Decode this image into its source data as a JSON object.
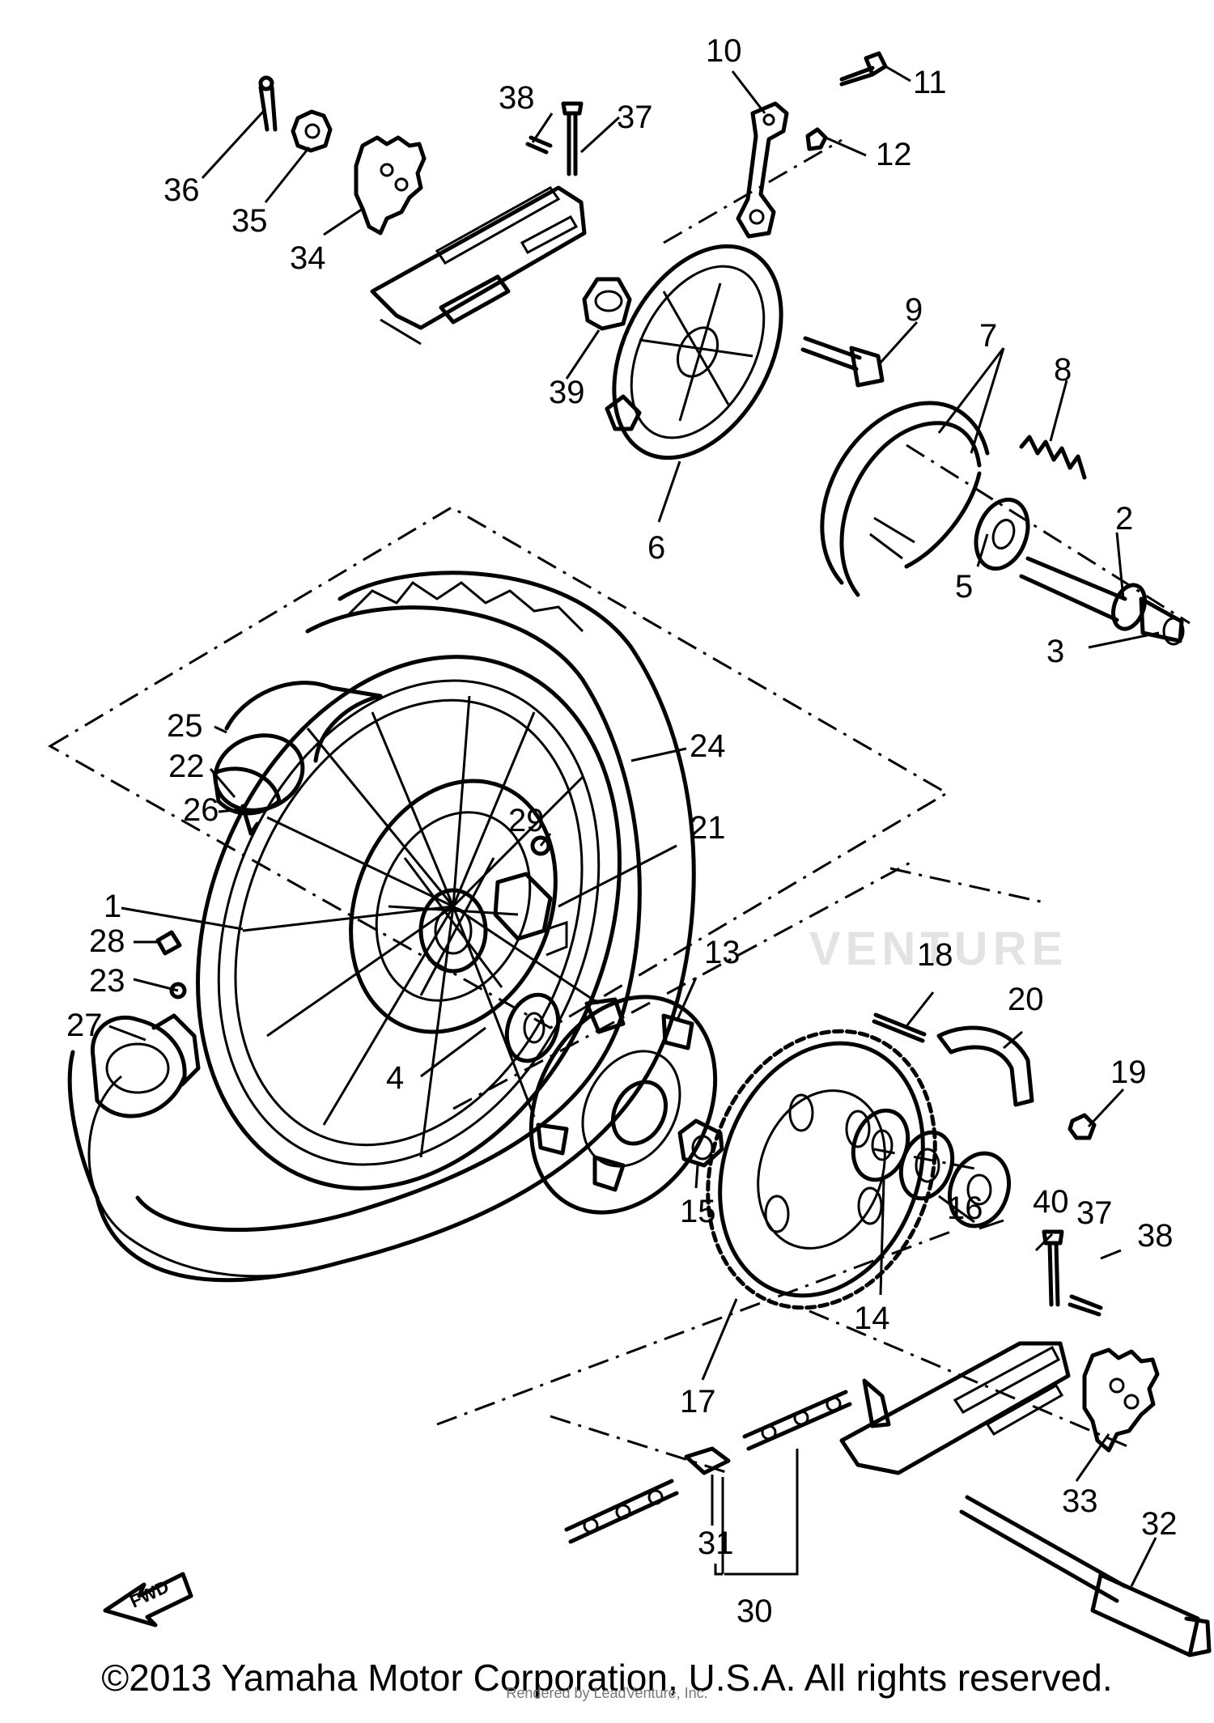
{
  "callouts": [
    "1",
    "2",
    "3",
    "4",
    "5",
    "6",
    "7",
    "8",
    "9",
    "10",
    "11",
    "12",
    "13",
    "14",
    "15",
    "16",
    "17",
    "18",
    "19",
    "20",
    "21",
    "22",
    "23",
    "24",
    "25",
    "26",
    "27",
    "28",
    "29",
    "30",
    "31",
    "32",
    "33",
    "34",
    "35",
    "36",
    "37",
    "38",
    "39",
    "40"
  ],
  "fwd_label": "FWD",
  "watermark_text": "VENTURE",
  "watermark_caption": "Rendered by LeadVenture, Inc.",
  "copyright": "©2013 Yamaha Motor Corporation, U.S.A. All rights reserved."
}
